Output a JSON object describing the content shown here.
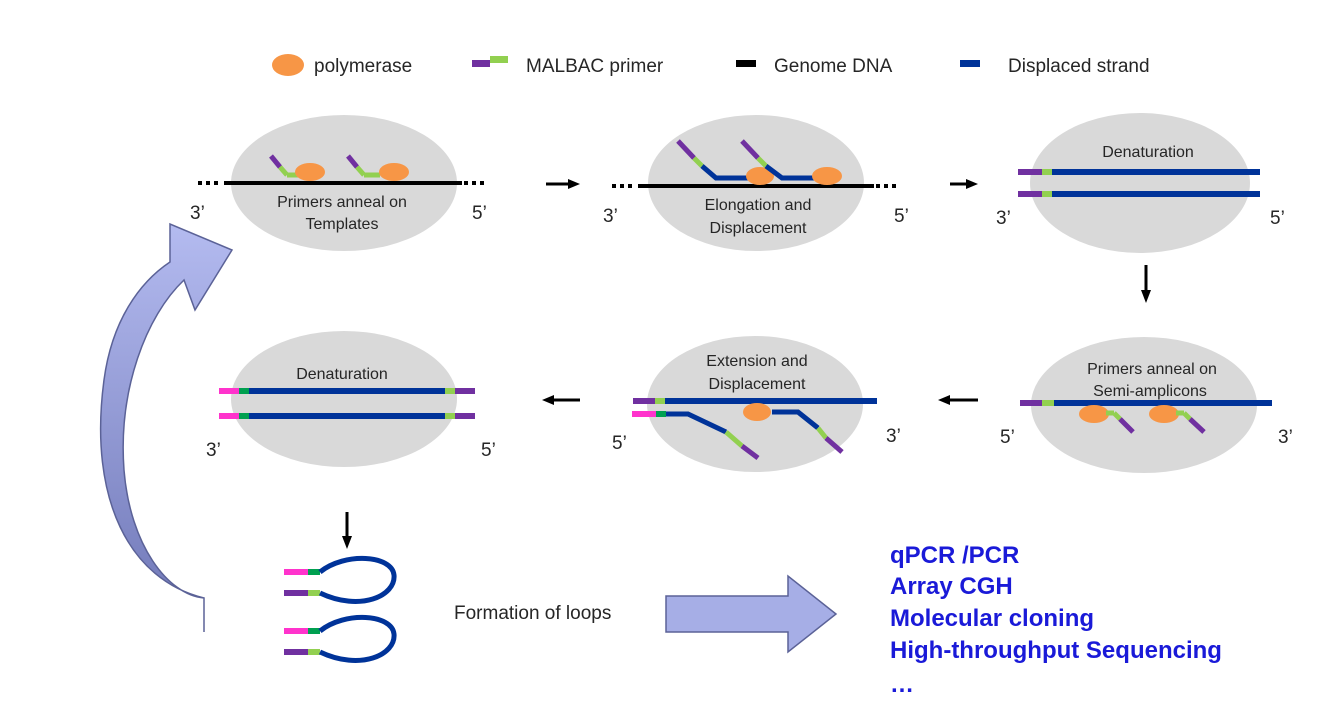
{
  "legend": {
    "polymerase": "polymerase",
    "primer": "MALBAC primer",
    "genome": "Genome DNA",
    "displaced": "Displaced strand"
  },
  "steps": {
    "s1": {
      "line1": "Primers anneal on",
      "line2": "Templates",
      "left_end": "3’",
      "right_end": "5’"
    },
    "s2": {
      "line1": "Elongation and",
      "line2": "Displacement",
      "left_end": "3’",
      "right_end": "5’"
    },
    "s3": {
      "label": "Denaturation",
      "left_end": "3’",
      "right_end": "5’"
    },
    "s4": {
      "line1": "Primers anneal on",
      "line2": "Semi-amplicons",
      "left_end": "5’",
      "right_end": "3’"
    },
    "s5": {
      "line1": "Extension and",
      "line2": "Displacement",
      "left_end": "5’",
      "right_end": "3’"
    },
    "s6": {
      "label": "Denaturation",
      "left_end": "3’",
      "right_end": "5’"
    },
    "s7": {
      "label": "Formation of loops"
    }
  },
  "applications": [
    "qPCR /PCR",
    "Array CGH",
    "Molecular cloning",
    "High-throughput Sequencing",
    "…"
  ],
  "colors": {
    "polymerase": "#f79646",
    "primer_purple": "#7030a0",
    "primer_green": "#92d050",
    "genome": "#000000",
    "displaced": "#003399",
    "ellipse": "#d9d9d9",
    "pink": "#ff33cc",
    "dark_green": "#00a050",
    "app_text": "#1a1ad8",
    "cycle_arrow": "#8e95cf",
    "block_arrow": "#a6aee6"
  }
}
